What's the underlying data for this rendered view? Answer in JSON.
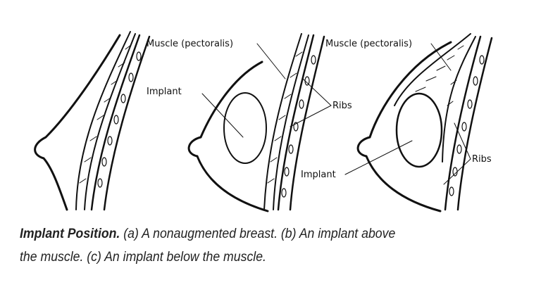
{
  "labels": {
    "b_muscle": "Muscle (pectoralis)",
    "b_implant": "Implant",
    "b_ribs": "Ribs",
    "c_muscle": "Muscle (pectoralis)",
    "c_implant": "Implant",
    "c_ribs": "Ribs"
  },
  "caption": {
    "title": "Implant Position.",
    "line1_rest": " (a) A nonaugmented breast. (b) An implant above",
    "line2": "the muscle. (c) An implant below the muscle."
  }
}
